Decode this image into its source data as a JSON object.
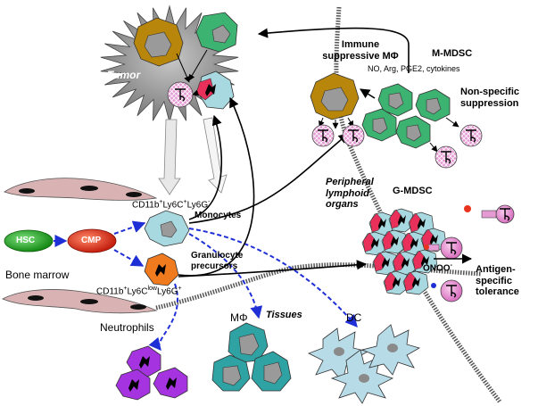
{
  "tumor": {
    "label": "Tumor"
  },
  "immune_suppressive_macrophage": {
    "label": "Immune suppressive MΦ",
    "mediators": "NO, Arg, PGE2, cytokines"
  },
  "m_mdsc": {
    "label": "M-MDSC"
  },
  "non_specific_suppression": {
    "label": "Non-specific suppression"
  },
  "g_mdsc": {
    "label": "G-MDSC"
  },
  "peripheral_lymphoid_organs": {
    "label": "Peripheral lymphoid organs"
  },
  "antigen_specific_tolerance": {
    "label": "Antigen-specific tolerance"
  },
  "onoo": {
    "label": "ONOO",
    "sup": "-"
  },
  "hsc": {
    "label": "HSC"
  },
  "cmp": {
    "label": "CMP"
  },
  "bone_marrow": {
    "label": "Bone marrow"
  },
  "monocytes": {
    "label": "Monocytes",
    "marker": {
      "p1": "CD11b",
      "s1": "+",
      "p2": "Ly6C",
      "s2": "+",
      "p3": "Ly6G",
      "s3": "-"
    }
  },
  "granulocyte_precursors": {
    "label": "Granulocyte precursors",
    "marker": {
      "p1": "CD11b",
      "s1": "+",
      "p2": "Ly6C",
      "s2": "low",
      "p3": "Ly6G",
      "s3": "+"
    }
  },
  "neutrophils": {
    "label": "Neutrophils"
  },
  "tissues": {
    "label": "Tissues"
  },
  "macrophage": {
    "label": "MΦ"
  },
  "dc": {
    "label": "DC"
  },
  "colors": {
    "hsc": "#1fa81f",
    "cmp": "#e8341c",
    "monocyte": "#a9d9e0",
    "granulocyte": "#f07a1e",
    "neutrophil": "#a533e0",
    "macrophage_suppressive": "#b8860b",
    "m_mdsc": "#3cb371",
    "g_mdsc": "#e8305a",
    "t_cell": "#e69ad4",
    "tumor": "#8c8c8c",
    "vessel": "#d9b3b3",
    "dashed_arrow": "#1f2fd6"
  }
}
